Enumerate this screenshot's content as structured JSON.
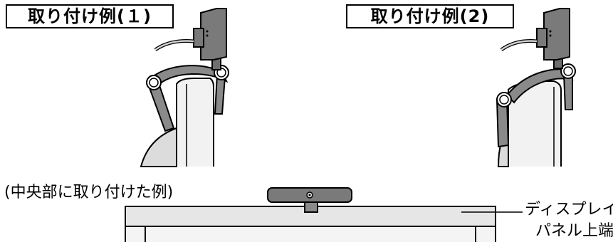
{
  "examples": [
    {
      "label": "取り付け例(１)"
    },
    {
      "label": "取り付け例(2)"
    }
  ],
  "center_example": {
    "caption": "(中央部に取り付けた例)"
  },
  "callout": {
    "line1": "ディスプレイ",
    "line2": "パネル上端"
  },
  "colors": {
    "outline": "#000000",
    "bezel": "#e6e6e6",
    "bracket": "#8a8a8a",
    "camera": "#7a7a7a",
    "bg": "#ffffff"
  }
}
